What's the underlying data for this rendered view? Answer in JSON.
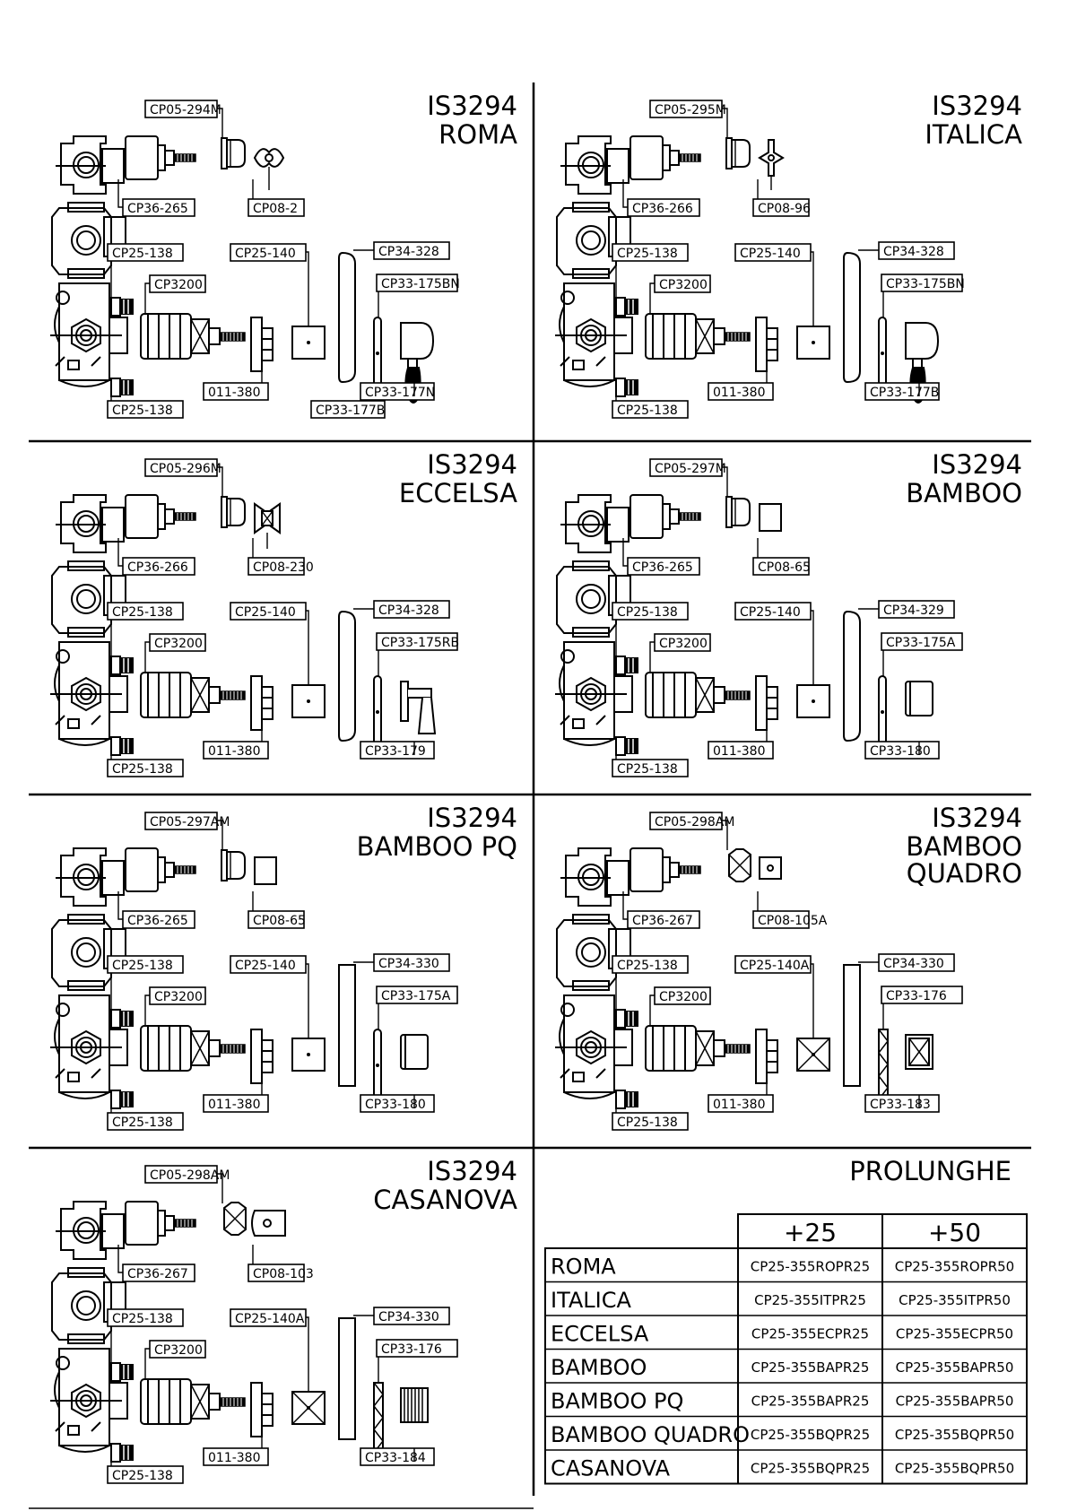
{
  "panels": [
    {
      "id": "roma",
      "title_code": "IS3294",
      "title_lines": [
        "ROMA"
      ],
      "labels": {
        "top_part": "CP05-294M",
        "handle_part": "CP08-2",
        "body_part": "CP36-265",
        "fitting_top": "CP25-138",
        "fitting_bottom": "CP25-138",
        "cartridge": "CP3200",
        "sleeve": "CP25-140",
        "nut": "011-380",
        "plate": "CP34-328",
        "rosette": "CP33-175BN",
        "lever_a": "CP33-177N",
        "lever_b": "CP33-177B"
      }
    },
    {
      "id": "italica",
      "title_code": "IS3294",
      "title_lines": [
        "ITALICA"
      ],
      "labels": {
        "top_part": "CP05-295M",
        "handle_part": "CP08-96",
        "body_part": "CP36-266",
        "fitting_top": "CP25-138",
        "fitting_bottom": "CP25-138",
        "cartridge": "CP3200",
        "sleeve": "CP25-140",
        "nut": "011-380",
        "plate": "CP34-328",
        "rosette": "CP33-175BN",
        "lever_a": "CP33-177B"
      }
    },
    {
      "id": "eccelsa",
      "title_code": "IS3294",
      "title_lines": [
        "ECCELSA"
      ],
      "labels": {
        "top_part": "CP05-296M",
        "handle_part": "CP08-230",
        "body_part": "CP36-266",
        "fitting_top": "CP25-138",
        "fitting_bottom": "CP25-138",
        "cartridge": "CP3200",
        "sleeve": "CP25-140",
        "nut": "011-380",
        "plate": "CP34-328",
        "rosette": "CP33-175RB",
        "lever_a": "CP33-179"
      }
    },
    {
      "id": "bamboo",
      "title_code": "IS3294",
      "title_lines": [
        "BAMBOO"
      ],
      "labels": {
        "top_part": "CP05-297M",
        "handle_part": "CP08-65",
        "body_part": "CP36-265",
        "fitting_top": "CP25-138",
        "fitting_bottom": "CP25-138",
        "cartridge": "CP3200",
        "sleeve": "CP25-140",
        "nut": "011-380",
        "plate": "CP34-329",
        "rosette": "CP33-175A",
        "lever_a": "CP33-180"
      }
    },
    {
      "id": "bamboo-pq",
      "title_code": "IS3294",
      "title_lines": [
        "BAMBOO PQ"
      ],
      "labels": {
        "top_part": "CP05-297AM",
        "handle_part": "CP08-65",
        "body_part": "CP36-265",
        "fitting_top": "CP25-138",
        "fitting_bottom": "CP25-138",
        "cartridge": "CP3200",
        "sleeve": "CP25-140",
        "nut": "011-380",
        "plate": "CP34-330",
        "rosette": "CP33-175A",
        "lever_a": "CP33-180"
      }
    },
    {
      "id": "bamboo-quadro",
      "title_code": "IS3294",
      "title_lines": [
        "BAMBOO",
        "QUADRO"
      ],
      "labels": {
        "top_part": "CP05-298AM",
        "handle_part": "CP08-105A",
        "body_part": "CP36-267",
        "fitting_top": "CP25-138",
        "fitting_bottom": "CP25-138",
        "cartridge": "CP3200",
        "sleeve": "CP25-140A",
        "nut": "011-380",
        "plate": "CP34-330",
        "rosette": "CP33-176",
        "lever_a": "CP33-183"
      }
    },
    {
      "id": "casanova",
      "title_code": "IS3294",
      "title_lines": [
        "CASANOVA"
      ],
      "labels": {
        "top_part": "CP05-298AM",
        "handle_part": "CP08-103",
        "body_part": "CP36-267",
        "fitting_top": "CP25-138",
        "fitting_bottom": "CP25-138",
        "cartridge": "CP3200",
        "sleeve": "CP25-140A",
        "nut": "011-380",
        "plate": "CP34-330",
        "rosette": "CP33-176",
        "lever_a": "CP33-184"
      }
    }
  ],
  "prolunghe": {
    "title": "PROLUNGHE",
    "columns": [
      "+25",
      "+50"
    ],
    "rows": [
      {
        "name": "ROMA",
        "v25": "CP25-355ROPR25",
        "v50": "CP25-355ROPR50"
      },
      {
        "name": "ITALICA",
        "v25": "CP25-355ITPR25",
        "v50": "CP25-355ITPR50"
      },
      {
        "name": "ECCELSA",
        "v25": "CP25-355ECPR25",
        "v50": "CP25-355ECPR50"
      },
      {
        "name": "BAMBOO",
        "v25": "CP25-355BAPR25",
        "v50": "CP25-355BAPR50"
      },
      {
        "name": "BAMBOO PQ",
        "v25": "CP25-355BAPR25",
        "v50": "CP25-355BAPR50"
      },
      {
        "name": "BAMBOO QUADRO",
        "v25": "CP25-355BQPR25",
        "v50": "CP25-355BQPR50"
      },
      {
        "name": "CASANOVA",
        "v25": "CP25-355BQPR25",
        "v50": "CP25-355BQPR50"
      }
    ]
  }
}
